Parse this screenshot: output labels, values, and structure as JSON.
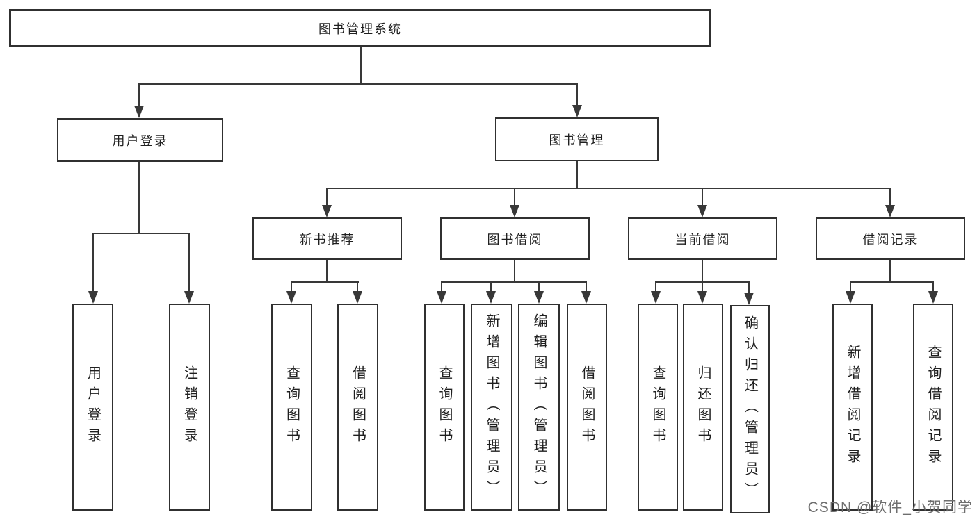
{
  "colors": {
    "line": "#383838",
    "box_border": "#303030",
    "text": "#1f1f1f",
    "background": "#ffffff",
    "watermark": "#6e6e6e"
  },
  "tree": {
    "root": "图书管理系统",
    "branches": [
      {
        "label": "用户登录",
        "leaves": [
          "用户登录",
          "注销登录"
        ]
      },
      {
        "label": "图书管理",
        "groups": [
          {
            "label": "新书推荐",
            "leaves": [
              "查询图书",
              "借阅图书"
            ]
          },
          {
            "label": "图书借阅",
            "leaves": [
              "查询图书",
              "新增图书（管理员）",
              "编辑图书（管理员）",
              "借阅图书"
            ]
          },
          {
            "label": "当前借阅",
            "leaves": [
              "查询图书",
              "归还图书",
              "确认归还（管理员）"
            ]
          },
          {
            "label": "借阅记录",
            "leaves": [
              "新增借阅记录",
              "查询借阅记录"
            ]
          }
        ]
      }
    ]
  },
  "watermark": {
    "text": "CSDN @软件_小贺同学"
  }
}
